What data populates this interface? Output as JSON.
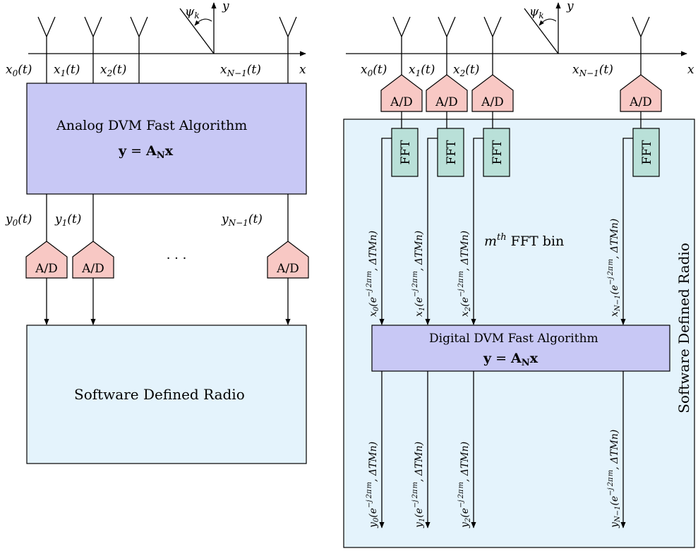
{
  "left": {
    "inputs": [
      "x₀(t)",
      "x₁(t)",
      "x₂(t)",
      "x_{N−1}(t)"
    ],
    "input_labels": [
      {
        "base": "x",
        "sub": "0",
        "tail": "(t)"
      },
      {
        "base": "x",
        "sub": "1",
        "tail": "(t)"
      },
      {
        "base": "x",
        "sub": "2",
        "tail": "(t)"
      },
      {
        "base": "x",
        "sub": "N−1",
        "tail": "(t)"
      }
    ],
    "axis_x": "x",
    "axis_y": "y",
    "angle": {
      "base": "ψ",
      "sub": "k"
    },
    "analog_box": {
      "title": "Analog DVM Fast Algorithm",
      "eq_y": "y",
      "eq_mid": " = ",
      "eq_A": "A",
      "eq_sub": "N",
      "eq_x": "x"
    },
    "outputs": [
      {
        "base": "y",
        "sub": "0",
        "tail": "(t)"
      },
      {
        "base": "y",
        "sub": "1",
        "tail": "(t)"
      },
      {
        "base": "y",
        "sub": "N−1",
        "tail": "(t)"
      }
    ],
    "adc_label": "A/D",
    "ellipsis": "· · ·",
    "sdr_label": "Software Defined Radio"
  },
  "right": {
    "input_labels": [
      {
        "base": "x",
        "sub": "0",
        "tail": "(t)"
      },
      {
        "base": "x",
        "sub": "1",
        "tail": "(t)"
      },
      {
        "base": "x",
        "sub": "2",
        "tail": "(t)"
      },
      {
        "base": "x",
        "sub": "N−1",
        "tail": "(t)"
      }
    ],
    "axis_x": "x",
    "axis_y": "y",
    "angle": {
      "base": "ψ",
      "sub": "k"
    },
    "adc_label": "A/D",
    "fft_label": "FFT",
    "bin_label": {
      "base": "m",
      "sup": "th",
      "tail": " FFT bin"
    },
    "sdr_label": "Software Defined Radio",
    "digital_box": {
      "title": "Digital DVM Fast Algorithm",
      "eq_y": "y",
      "eq_mid": " = ",
      "eq_A": "A",
      "eq_sub": "N",
      "eq_x": "x"
    },
    "fft_input_labels": [
      {
        "base": "x",
        "sub": "0",
        "arg": "(e^{−j 2π/M m}, ΔTMn)"
      },
      {
        "base": "x",
        "sub": "1",
        "arg": "(e^{−j 2π/M m}, ΔTMn)"
      },
      {
        "base": "x",
        "sub": "2",
        "arg": "(e^{−j 2π/M m}, ΔTMn)"
      },
      {
        "base": "x",
        "sub": "N−1",
        "arg": "(e^{−j 2π/M m}, ΔTMn)"
      }
    ],
    "output_labels": [
      {
        "base": "y",
        "sub": "0",
        "arg": "(e^{−j 2π/M m}, ΔTMn)"
      },
      {
        "base": "y",
        "sub": "1",
        "arg": "(e^{−j 2π/M m}, ΔTMn)"
      },
      {
        "base": "y",
        "sub": "2",
        "arg": "(e^{−j 2π/M m}, ΔTMn)"
      },
      {
        "base": "y",
        "sub": "N−1",
        "arg": "(e^{−j 2π/M m}, ΔTMn)"
      }
    ],
    "rot_parts": {
      "open": "(e",
      "exp_pre": "−j",
      "frac_num": "2π",
      "frac_den": "M",
      "exp_post": "m",
      "close": ", ΔTMn)"
    }
  },
  "colors": {
    "analog_fill": "#c8c8f5",
    "digital_fill": "#c8c8f5",
    "sdr_fill": "#e4f3fc",
    "adc_fill": "#f8c8c4",
    "fft_fill": "#b9e0d8",
    "line": "#000000"
  }
}
